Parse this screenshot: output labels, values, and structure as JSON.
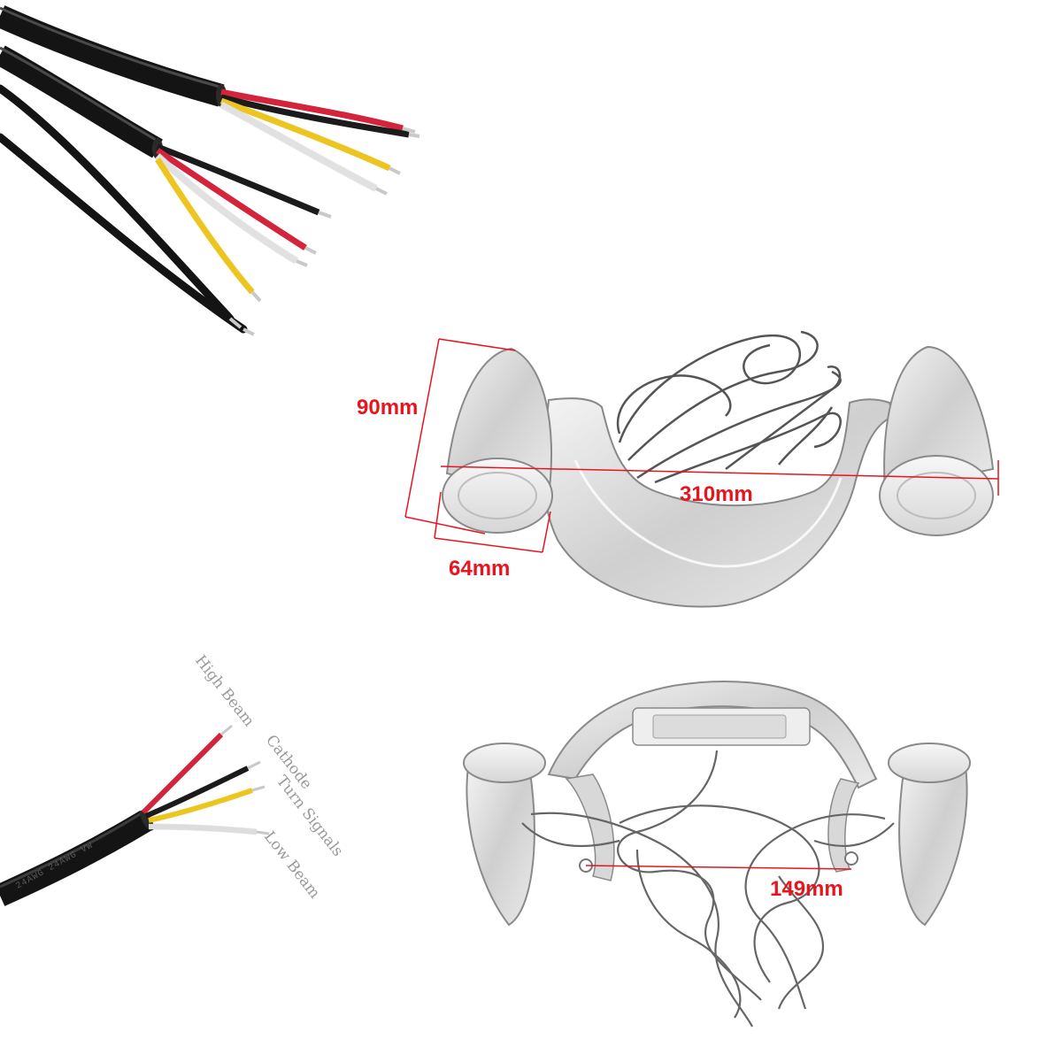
{
  "colors": {
    "dimension": "#e8141e",
    "jacket": "#141414",
    "wire_red": "#d4243c",
    "wire_black": "#1b1b1b",
    "wire_yellow": "#ecc521",
    "wire_white": "#f2f2f2",
    "copper": "#c9c9c9",
    "chrome": "#c8c8c8",
    "label_grey": "#9a9a9a"
  },
  "icons": {
    "cable": "cable-icon",
    "light_bar_front": "light-bar-front-icon",
    "light_bar_back": "light-bar-back-icon"
  },
  "dimensions": {
    "height": "90mm",
    "width": "310mm",
    "lens": "64mm",
    "mount": "149mm"
  },
  "wire_legend": [
    {
      "label": "High Beam",
      "color": "red"
    },
    {
      "label": "Cathode",
      "color": "black"
    },
    {
      "label": "Turn Signals",
      "color": "yellow"
    },
    {
      "label": "Low Beam",
      "color": "white"
    }
  ],
  "jacket_print": "24AWG 24AWG VW"
}
